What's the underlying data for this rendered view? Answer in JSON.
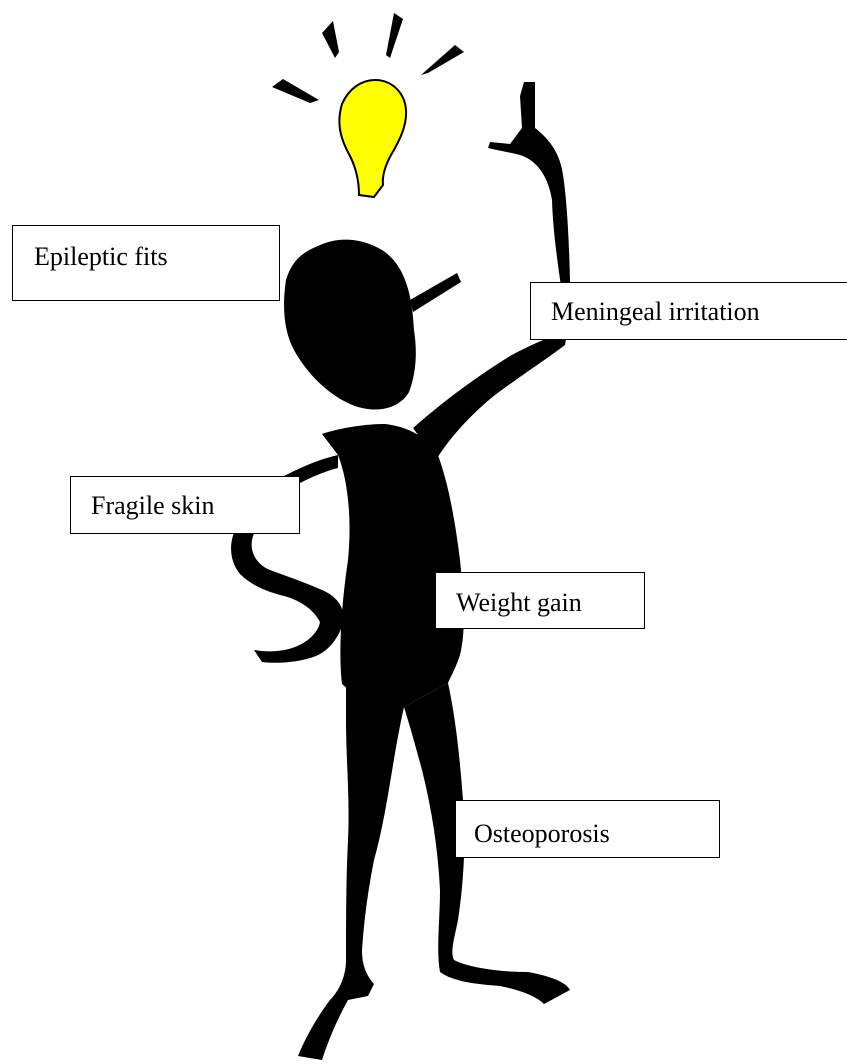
{
  "labels": {
    "epileptic_fits": "Epileptic fits",
    "meningeal_irritation": "Meningeal irritation",
    "fragile_skin": "Fragile skin",
    "weight_gain": "Weight gain",
    "osteoporosis": "Osteoporosis"
  },
  "colors": {
    "figure": "#000000",
    "bulb": "#ffff00",
    "background": "#ffffff"
  },
  "icons": {
    "figure": "person-silhouette-icon",
    "idea": "lightbulb-icon"
  }
}
